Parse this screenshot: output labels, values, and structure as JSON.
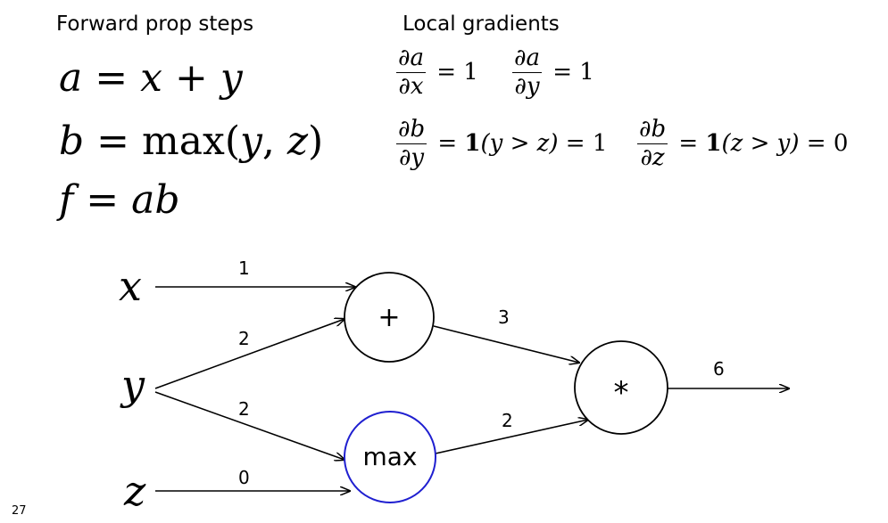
{
  "forward": {
    "heading": "Forward prop steps",
    "eq_a": {
      "lhs": "a",
      "op": "=",
      "rhs1": "x",
      "plus": "+",
      "rhs2": "y"
    },
    "eq_b": {
      "lhs": "b",
      "op": "=",
      "fn": "max(",
      "arg1": "y",
      "comma": ",",
      "arg2": "z",
      "close": ")"
    },
    "eq_f": {
      "lhs": "f",
      "op": "=",
      "rhs": "ab"
    }
  },
  "local": {
    "heading": "Local gradients",
    "da_dx": {
      "num": "∂a",
      "den": "∂x",
      "rhs": "= 1"
    },
    "da_dy": {
      "num": "∂a",
      "den": "∂y",
      "rhs": "= 1"
    },
    "db_dy": {
      "num": "∂b",
      "den": "∂y",
      "eq1": "=",
      "ind": "1",
      "cond": "(y > z)",
      "rhs": "= 1"
    },
    "db_dz": {
      "num": "∂b",
      "den": "∂z",
      "eq1": "=",
      "ind": "1",
      "cond": "(z > y)",
      "rhs": "= 0"
    }
  },
  "graph": {
    "inputs": {
      "x": "x",
      "y": "y",
      "z": "z"
    },
    "nodes": {
      "plus": "+",
      "max": "max",
      "mul": "*"
    },
    "edge_values": {
      "x_plus": "1",
      "y_plus": "2",
      "y_max": "2",
      "z_max": "0",
      "plus_mul": "3",
      "max_mul": "2",
      "output": "6"
    },
    "colors": {
      "max_node_stroke": "#1f1fd0",
      "default_stroke": "#000000"
    }
  },
  "slide_number": "27"
}
